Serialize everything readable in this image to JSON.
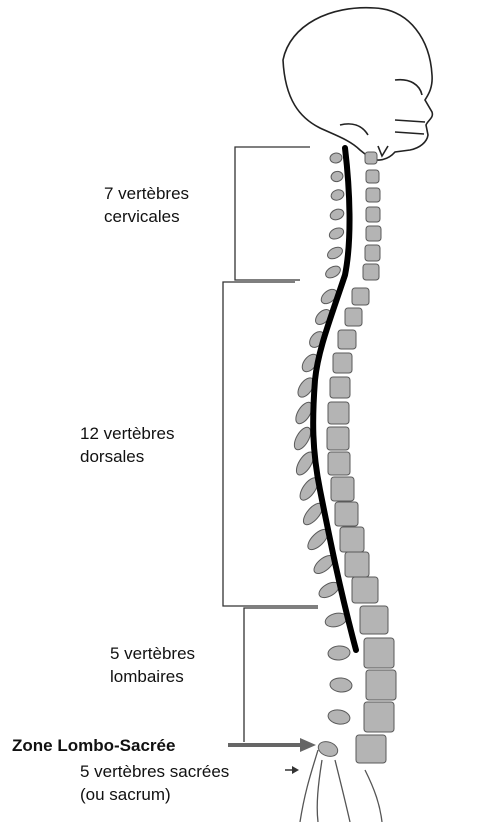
{
  "labels": {
    "cervical": {
      "line1": "7 vertèbres",
      "line2": "cervicales"
    },
    "dorsal": {
      "line1": "12 vertèbres",
      "line2": "dorsales"
    },
    "lumbar": {
      "line1": "5 vertèbres",
      "line2": "lombaires"
    },
    "zone": "Zone Lombo-Sacrée",
    "sacral": {
      "line1": "5 vertèbres sacrées",
      "line2": "(ou sacrum)"
    }
  },
  "colors": {
    "vertebra_fill": "#b4b4b4",
    "vertebra_stroke": "#5a5a5a",
    "spinal_cord": "#000000",
    "bracket": "#333333",
    "arrow": "#666666"
  },
  "icons": [
    "skull-icon",
    "spine-icon",
    "arrow-icon"
  ]
}
